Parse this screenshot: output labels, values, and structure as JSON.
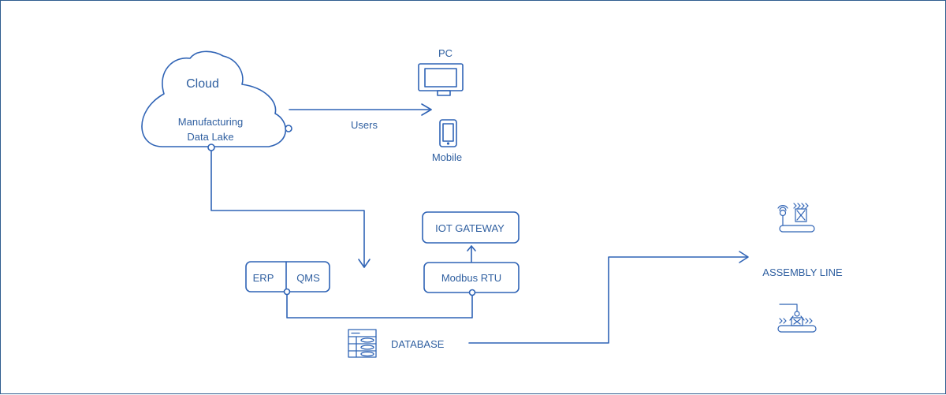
{
  "colors": {
    "line": "#2f63b5",
    "text": "#2f5fa0",
    "border": "#2f5d8f"
  },
  "cloud": {
    "title": "Cloud",
    "line1": "Manufacturing",
    "line2": "Data Lake"
  },
  "edge_users": "Users",
  "devices": {
    "pc": "PC",
    "mobile": "Mobile"
  },
  "boxes": {
    "erp": "ERP",
    "qms": "QMS",
    "modbus": "Modbus RTU",
    "iot_gateway": "IOT GATEWAY"
  },
  "database": "DATABASE",
  "assembly_line": "ASSEMBLY LINE",
  "icons": [
    "cloud-shape",
    "desktop-monitor-icon",
    "mobile-phone-icon",
    "database-server-icon",
    "robot-arm-conveyor-icon",
    "conveyor-gripper-icon"
  ]
}
